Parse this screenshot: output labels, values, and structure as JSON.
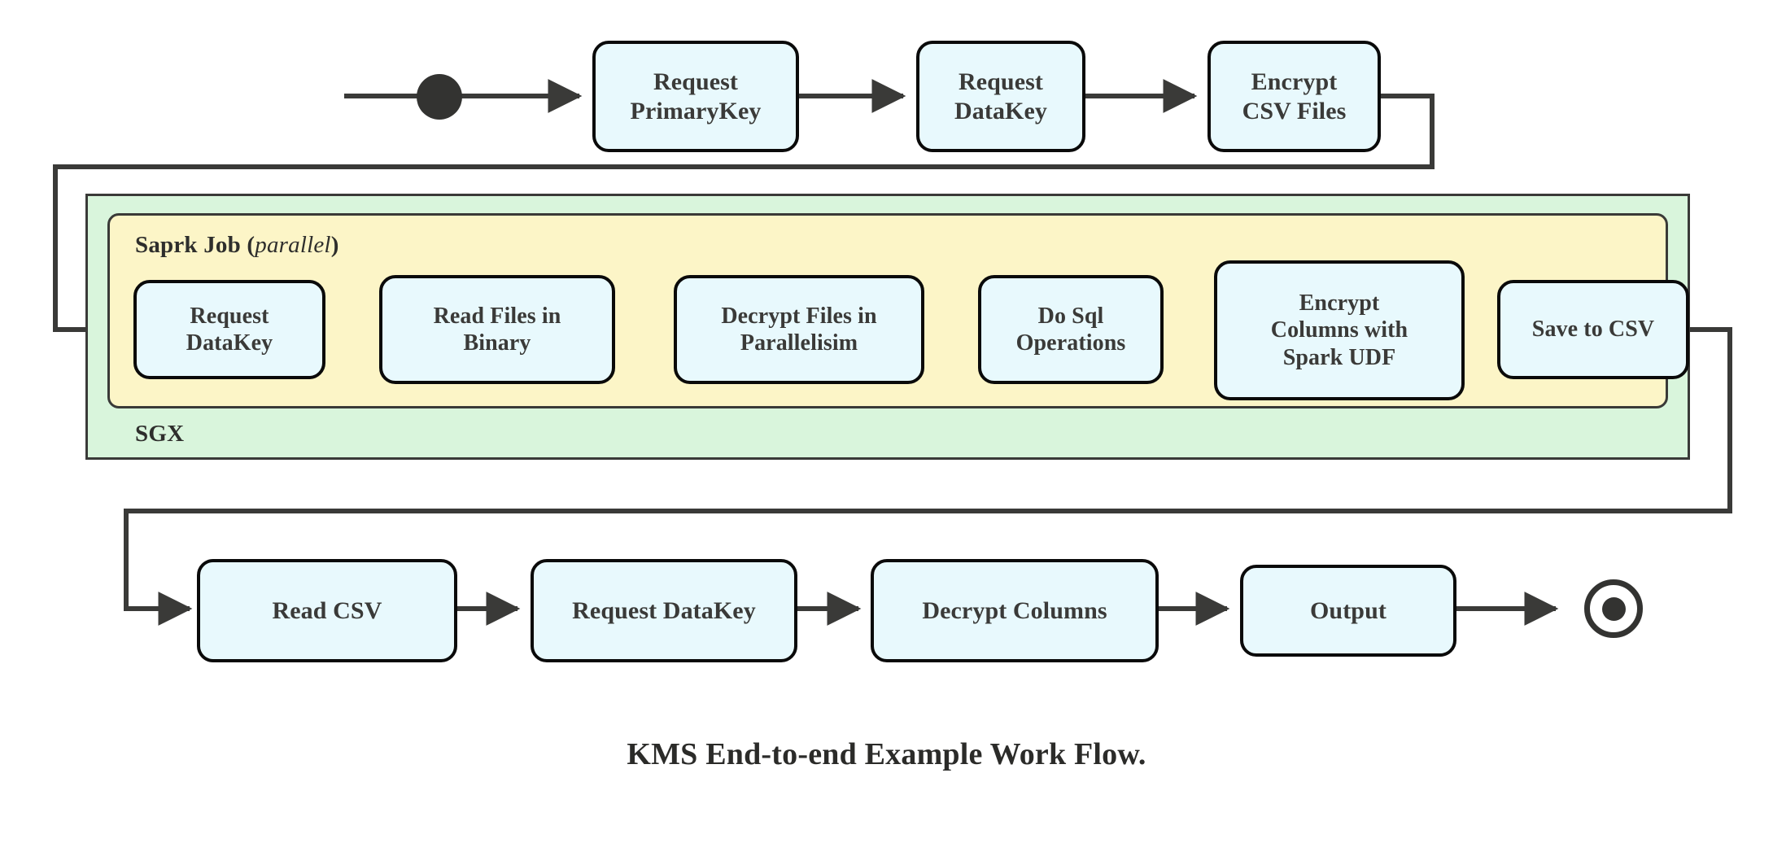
{
  "diagram": {
    "caption": "KMS End-to-end Example Work Flow.",
    "colors": {
      "node_fill": "#e8f9fd",
      "node_stroke": "#0a0a0a",
      "sgx_fill": "#d9f5dc",
      "spark_fill": "#fcf5c7",
      "container_stroke": "#3a3a38",
      "text": "#3a3a38",
      "terminal": "#333331"
    },
    "containers": [
      {
        "id": "sgx",
        "label": "SGX",
        "label_position": "bottom-left",
        "fill": "#d9f5dc"
      },
      {
        "id": "spark",
        "label": "Saprk Job",
        "label_note": "parallel",
        "label_note_style": "italic-parenthesized",
        "label_position": "top-left",
        "fill": "#fcf5c7"
      }
    ],
    "terminals": {
      "start": {
        "name": "start-node",
        "shape": "filled-circle"
      },
      "end": {
        "name": "end-node",
        "shape": "double-circle-filled-center"
      }
    },
    "rows": {
      "top": {
        "name": "top-flow-row",
        "nodes": [
          {
            "id": "request-primarykey",
            "lines": [
              "Request",
              "PrimaryKey"
            ]
          },
          {
            "id": "request-datakey-top",
            "lines": [
              "Request",
              "DataKey"
            ]
          },
          {
            "id": "encrypt-csv-files",
            "lines": [
              "Encrypt",
              "CSV Files"
            ]
          }
        ]
      },
      "spark": {
        "name": "spark-job-row",
        "nodes": [
          {
            "id": "request-datakey-spark",
            "lines": [
              "Request",
              "DataKey"
            ]
          },
          {
            "id": "read-files-in-binary",
            "lines": [
              "Read Files in",
              "Binary"
            ]
          },
          {
            "id": "decrypt-files-in-parallelisim",
            "lines": [
              "Decrypt Files in",
              "Parallelisim"
            ]
          },
          {
            "id": "do-sql-operations",
            "lines": [
              "Do Sql",
              "Operations"
            ]
          },
          {
            "id": "encrypt-columns-with-spark-udf",
            "lines": [
              "Encrypt",
              "Columns with",
              "Spark UDF"
            ]
          },
          {
            "id": "save-to-csv",
            "lines": [
              "Save to CSV"
            ]
          }
        ]
      },
      "bottom": {
        "name": "bottom-flow-row",
        "nodes": [
          {
            "id": "read-csv",
            "lines": [
              "Read CSV"
            ]
          },
          {
            "id": "request-datakey-bottom",
            "lines": [
              "Request DataKey"
            ]
          },
          {
            "id": "decrypt-columns",
            "lines": [
              "Decrypt Columns"
            ]
          },
          {
            "id": "output",
            "lines": [
              "Output"
            ]
          }
        ]
      }
    },
    "flow_sequence": [
      "start",
      "Request PrimaryKey",
      "Request DataKey",
      "Encrypt CSV Files",
      "Request DataKey",
      "Read Files in Binary",
      "Decrypt Files in Parallelisim",
      "Do Sql Operations",
      "Encrypt Columns with Spark UDF",
      "Save to CSV",
      "Read CSV",
      "Request DataKey",
      "Decrypt Columns",
      "Output",
      "end"
    ]
  }
}
